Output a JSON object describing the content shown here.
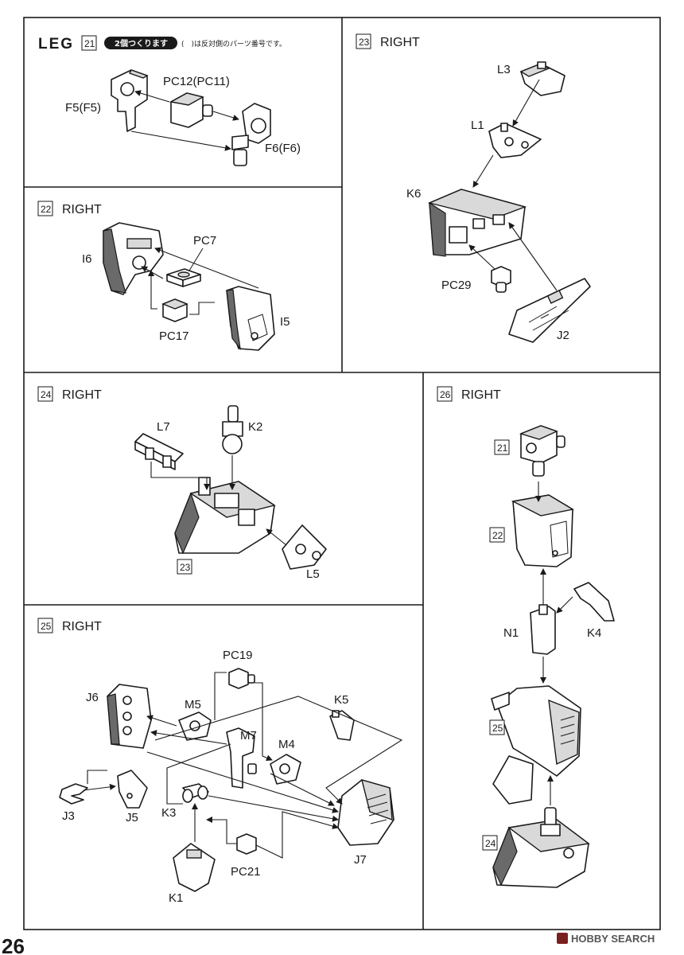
{
  "page_number": "26",
  "watermark": "HOBBY SEARCH",
  "steps": {
    "s21": {
      "section": "LEG",
      "number": "21",
      "badge": "2個つくります",
      "note": "(　)は反対側のパーツ番号です。",
      "parts": [
        "PC12(PC11)",
        "F5(F5)",
        "F6(F6)"
      ]
    },
    "s22": {
      "number": "22",
      "side": "RIGHT",
      "parts": [
        "PC7",
        "I6",
        "PC17",
        "I5"
      ]
    },
    "s23": {
      "number": "23",
      "side": "RIGHT",
      "parts": [
        "L3",
        "L1",
        "K6",
        "PC29",
        "J2"
      ]
    },
    "s24": {
      "number": "24",
      "side": "RIGHT",
      "ref": "23",
      "parts": [
        "L7",
        "K2",
        "L5"
      ]
    },
    "s25": {
      "number": "25",
      "side": "RIGHT",
      "parts": [
        "PC19",
        "J6",
        "M5",
        "K5",
        "M7",
        "M4",
        "J3",
        "J5",
        "K3",
        "J7",
        "PC21",
        "K1"
      ]
    },
    "s26": {
      "number": "26",
      "side": "RIGHT",
      "refs": [
        "21",
        "22",
        "25",
        "24"
      ],
      "parts": [
        "N1",
        "K4"
      ]
    }
  }
}
